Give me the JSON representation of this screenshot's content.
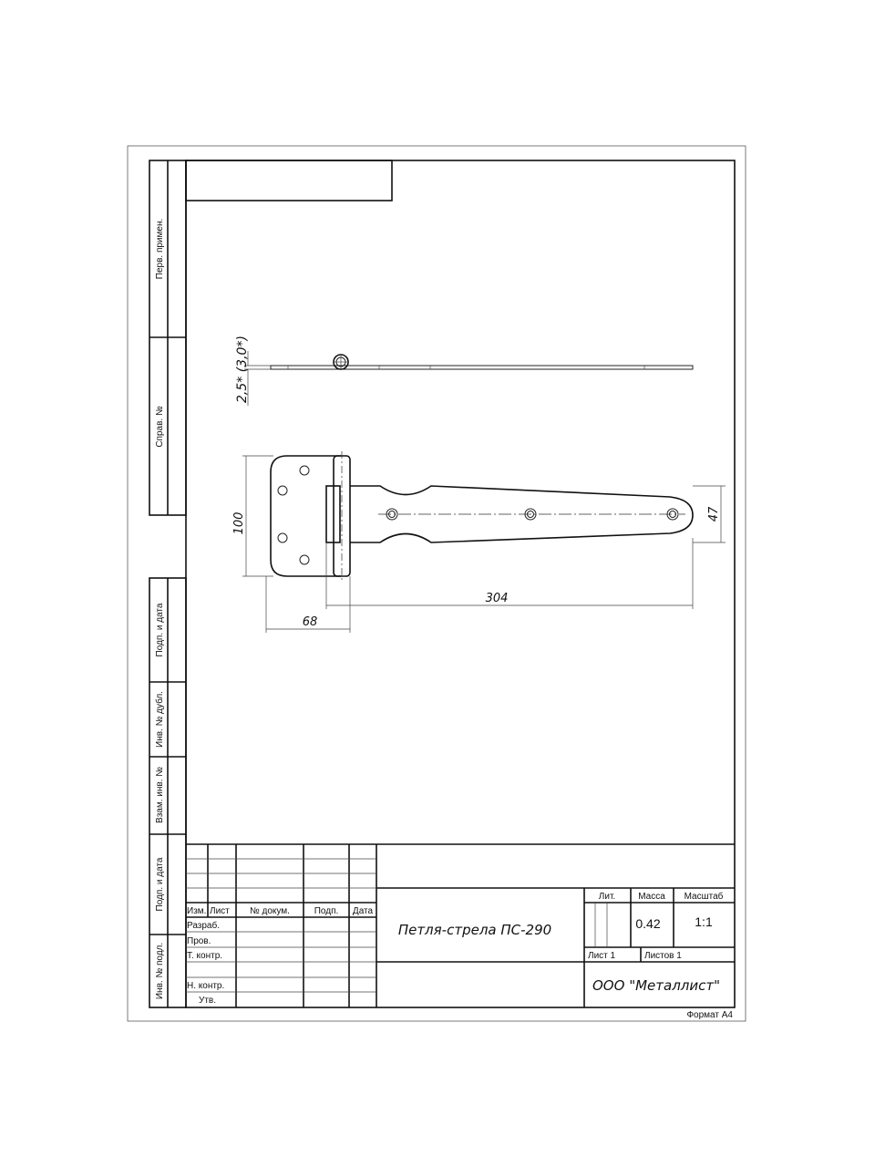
{
  "side_strips": {
    "perv_primen": "Перв. примен.",
    "sprav_no": "Справ. №",
    "podp_data_1": "Подп. и дата",
    "inv_dubl": "Инв. № дубл.",
    "vzam_inv": "Взам. инв. №",
    "podp_data_2": "Подп. и дата",
    "inv_podl": "Инв. № подл."
  },
  "dimensions": {
    "thickness": "2,5* (3,0*)",
    "height": "100",
    "strap_width": "47",
    "length": "304",
    "leaf_width": "68"
  },
  "title_block": {
    "headers": {
      "izm": "Изм.",
      "list": "Лист",
      "doc_no": "№ докум.",
      "podp": "Подп.",
      "data": "Дата"
    },
    "roles": {
      "razrab": "Разраб.",
      "prov": "Пров.",
      "t_kontr": "Т. контр.",
      "n_kontr": "Н. контр.",
      "utv": "Утв."
    },
    "part_name": "Петля-стрела ПС-290",
    "lit_label": "Лит.",
    "mass_label": "Масса",
    "scale_label": "Масштаб",
    "mass": "0.42",
    "scale": "1:1",
    "sheet": "Лист 1",
    "sheets": "Листов 1",
    "company": "ООО \"Металлист\"",
    "format": "Формат А4"
  }
}
